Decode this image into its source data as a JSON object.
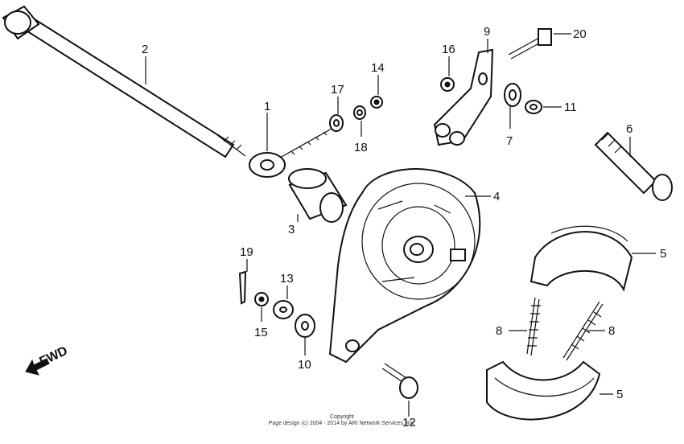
{
  "callouts": {
    "c1": "1",
    "c2": "2",
    "c3": "3",
    "c4": "4",
    "c5a": "5",
    "c5b": "5",
    "c6": "6",
    "c7": "7",
    "c8a": "8",
    "c8b": "8",
    "c9": "9",
    "c10": "10",
    "c11": "11",
    "c12": "12",
    "c13": "13",
    "c14": "14",
    "c15": "15",
    "c16": "16",
    "c17": "17",
    "c18": "18",
    "c19": "19",
    "c20": "20"
  },
  "direction": {
    "label": "FWD"
  },
  "footer": {
    "line1": "Copyright",
    "line2": "Page design (c) 2004 - 2014 by ARI Network Services, Inc."
  }
}
